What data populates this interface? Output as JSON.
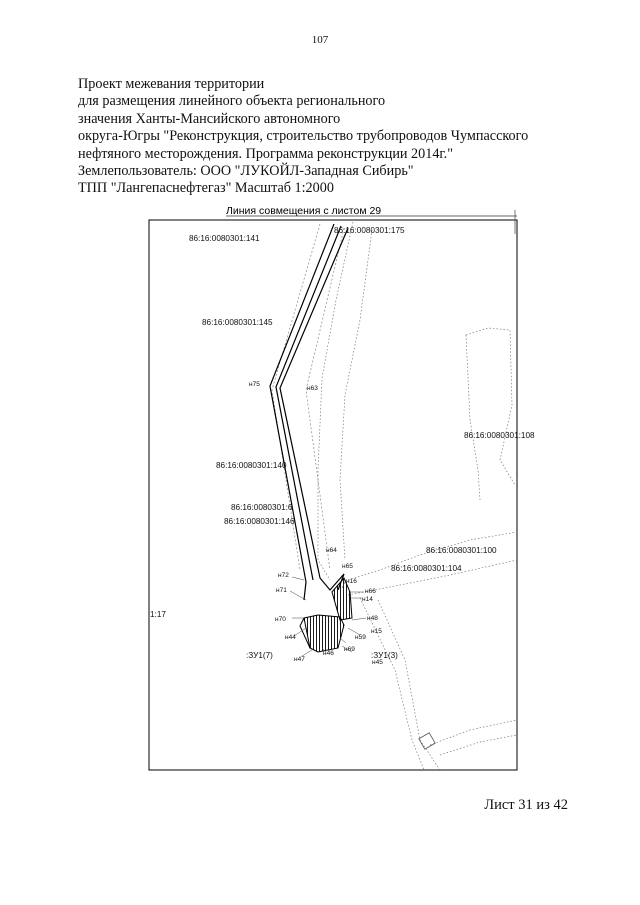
{
  "page_number": "107",
  "header": {
    "lines": [
      "Проект межевания территории",
      "для размещения линейного объекта регионального",
      "значения Ханты-Мансийского автономного",
      "округа-Югры \"Реконструкция, строительство трубопроводов Чумпасского",
      "нефтяного месторождения. Программа реконструкции 2014г.\"",
      "Землепользователь: ООО \"ЛУКОЙЛ-Западная Сибирь\"",
      "ТПП \"Лангепаснефтегаз\" Масштаб 1:2000"
    ]
  },
  "map": {
    "match_line": "Линия совмещения с листом 29",
    "parcels": {
      "p141": "86:16:0080301:141",
      "p175": "86:16:0080301:175",
      "p145": "86:16:0080301:145",
      "p108": "86:16:0080301:108",
      "p140": "86:16:0080301:140",
      "p16": "86:16:0080301:6",
      "p146": "86:16:0080301:146",
      "p100": "86:16:0080301:100",
      "p104": "86:16:0080301:104"
    },
    "left_label": "1:17",
    "zones": {
      "zu7": ":ЗУ1(7)",
      "zu3": ":ЗУ1(3)"
    },
    "points": {
      "n75": "н75",
      "n63": "н63",
      "n64": "н64",
      "n65": "н65",
      "n72": "н72",
      "n71": "н71",
      "n16": "н16",
      "n66": "н66",
      "n14": "н14",
      "n70": "н70",
      "n48": "н48",
      "n44": "н44",
      "n15": "н15",
      "n69": "н69",
      "n47": "н47",
      "n46": "н46",
      "n45": "н45",
      "n59": "н59"
    }
  },
  "footer": {
    "sheet": "Лист 31 из 42"
  }
}
